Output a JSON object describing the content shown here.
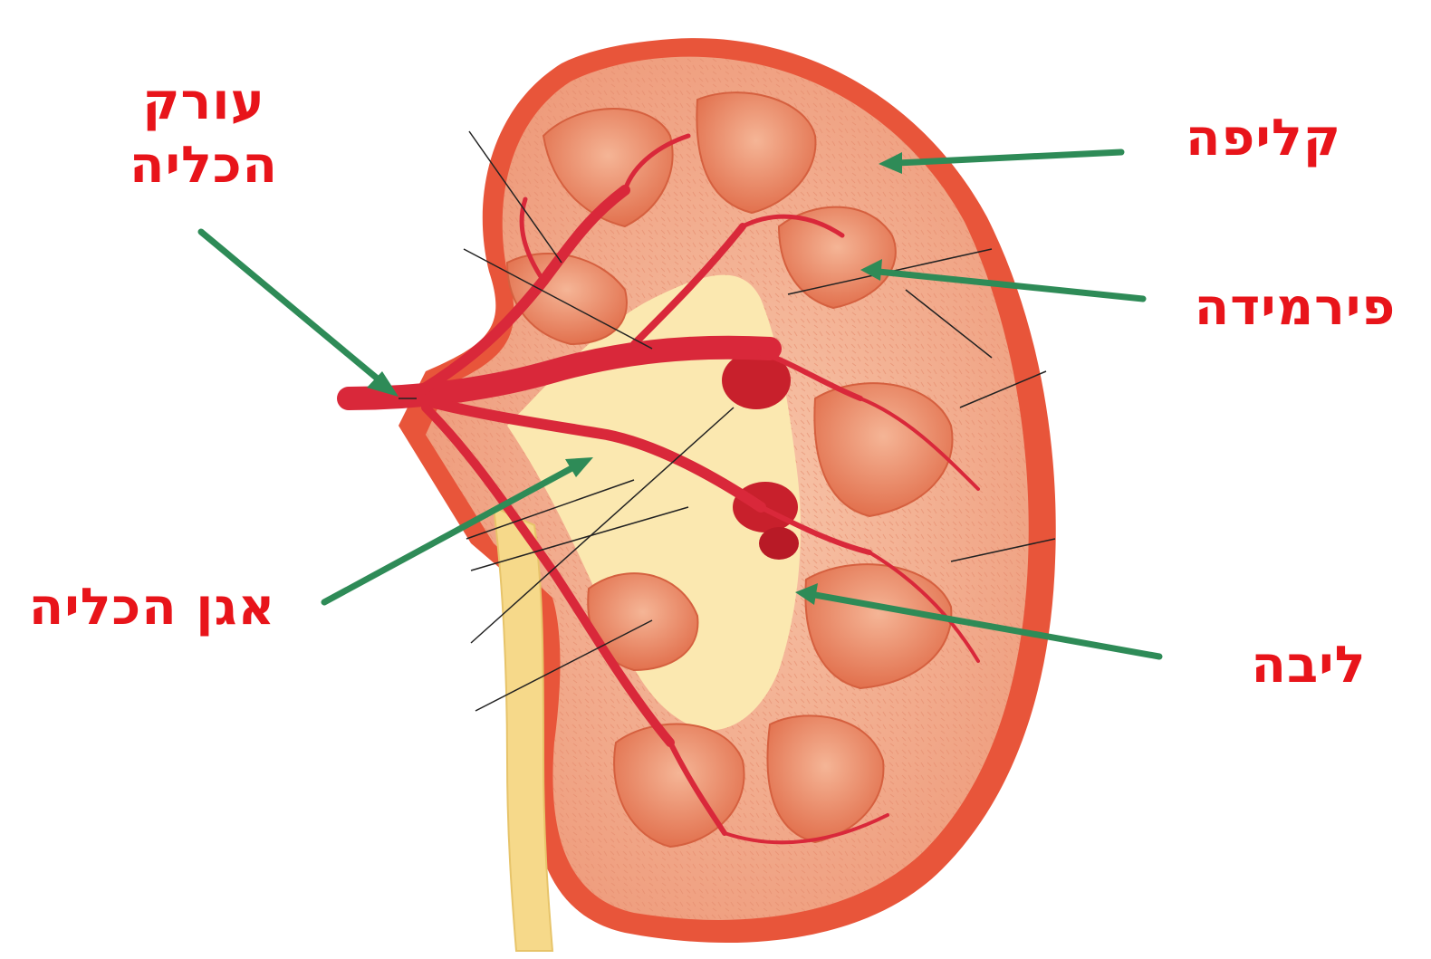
{
  "labels": {
    "renal_artery": {
      "line1": "עורק",
      "line2": "הכליה"
    },
    "cortex": "קליפה",
    "pyramid": "פירמידה",
    "renal_pelvis": "אגן הכליה",
    "medulla": "ליבה"
  },
  "colors": {
    "label_text": "#e8141a",
    "pointer_arrow": "#2e8b57",
    "kidney_outer": "#e8553a",
    "kidney_cortex": "#f0a486",
    "pyramid": "#e8825e",
    "medulla_pelvis": "#fbe8b0",
    "blood_vessel": "#d9283a",
    "leader_line": "#222222"
  }
}
